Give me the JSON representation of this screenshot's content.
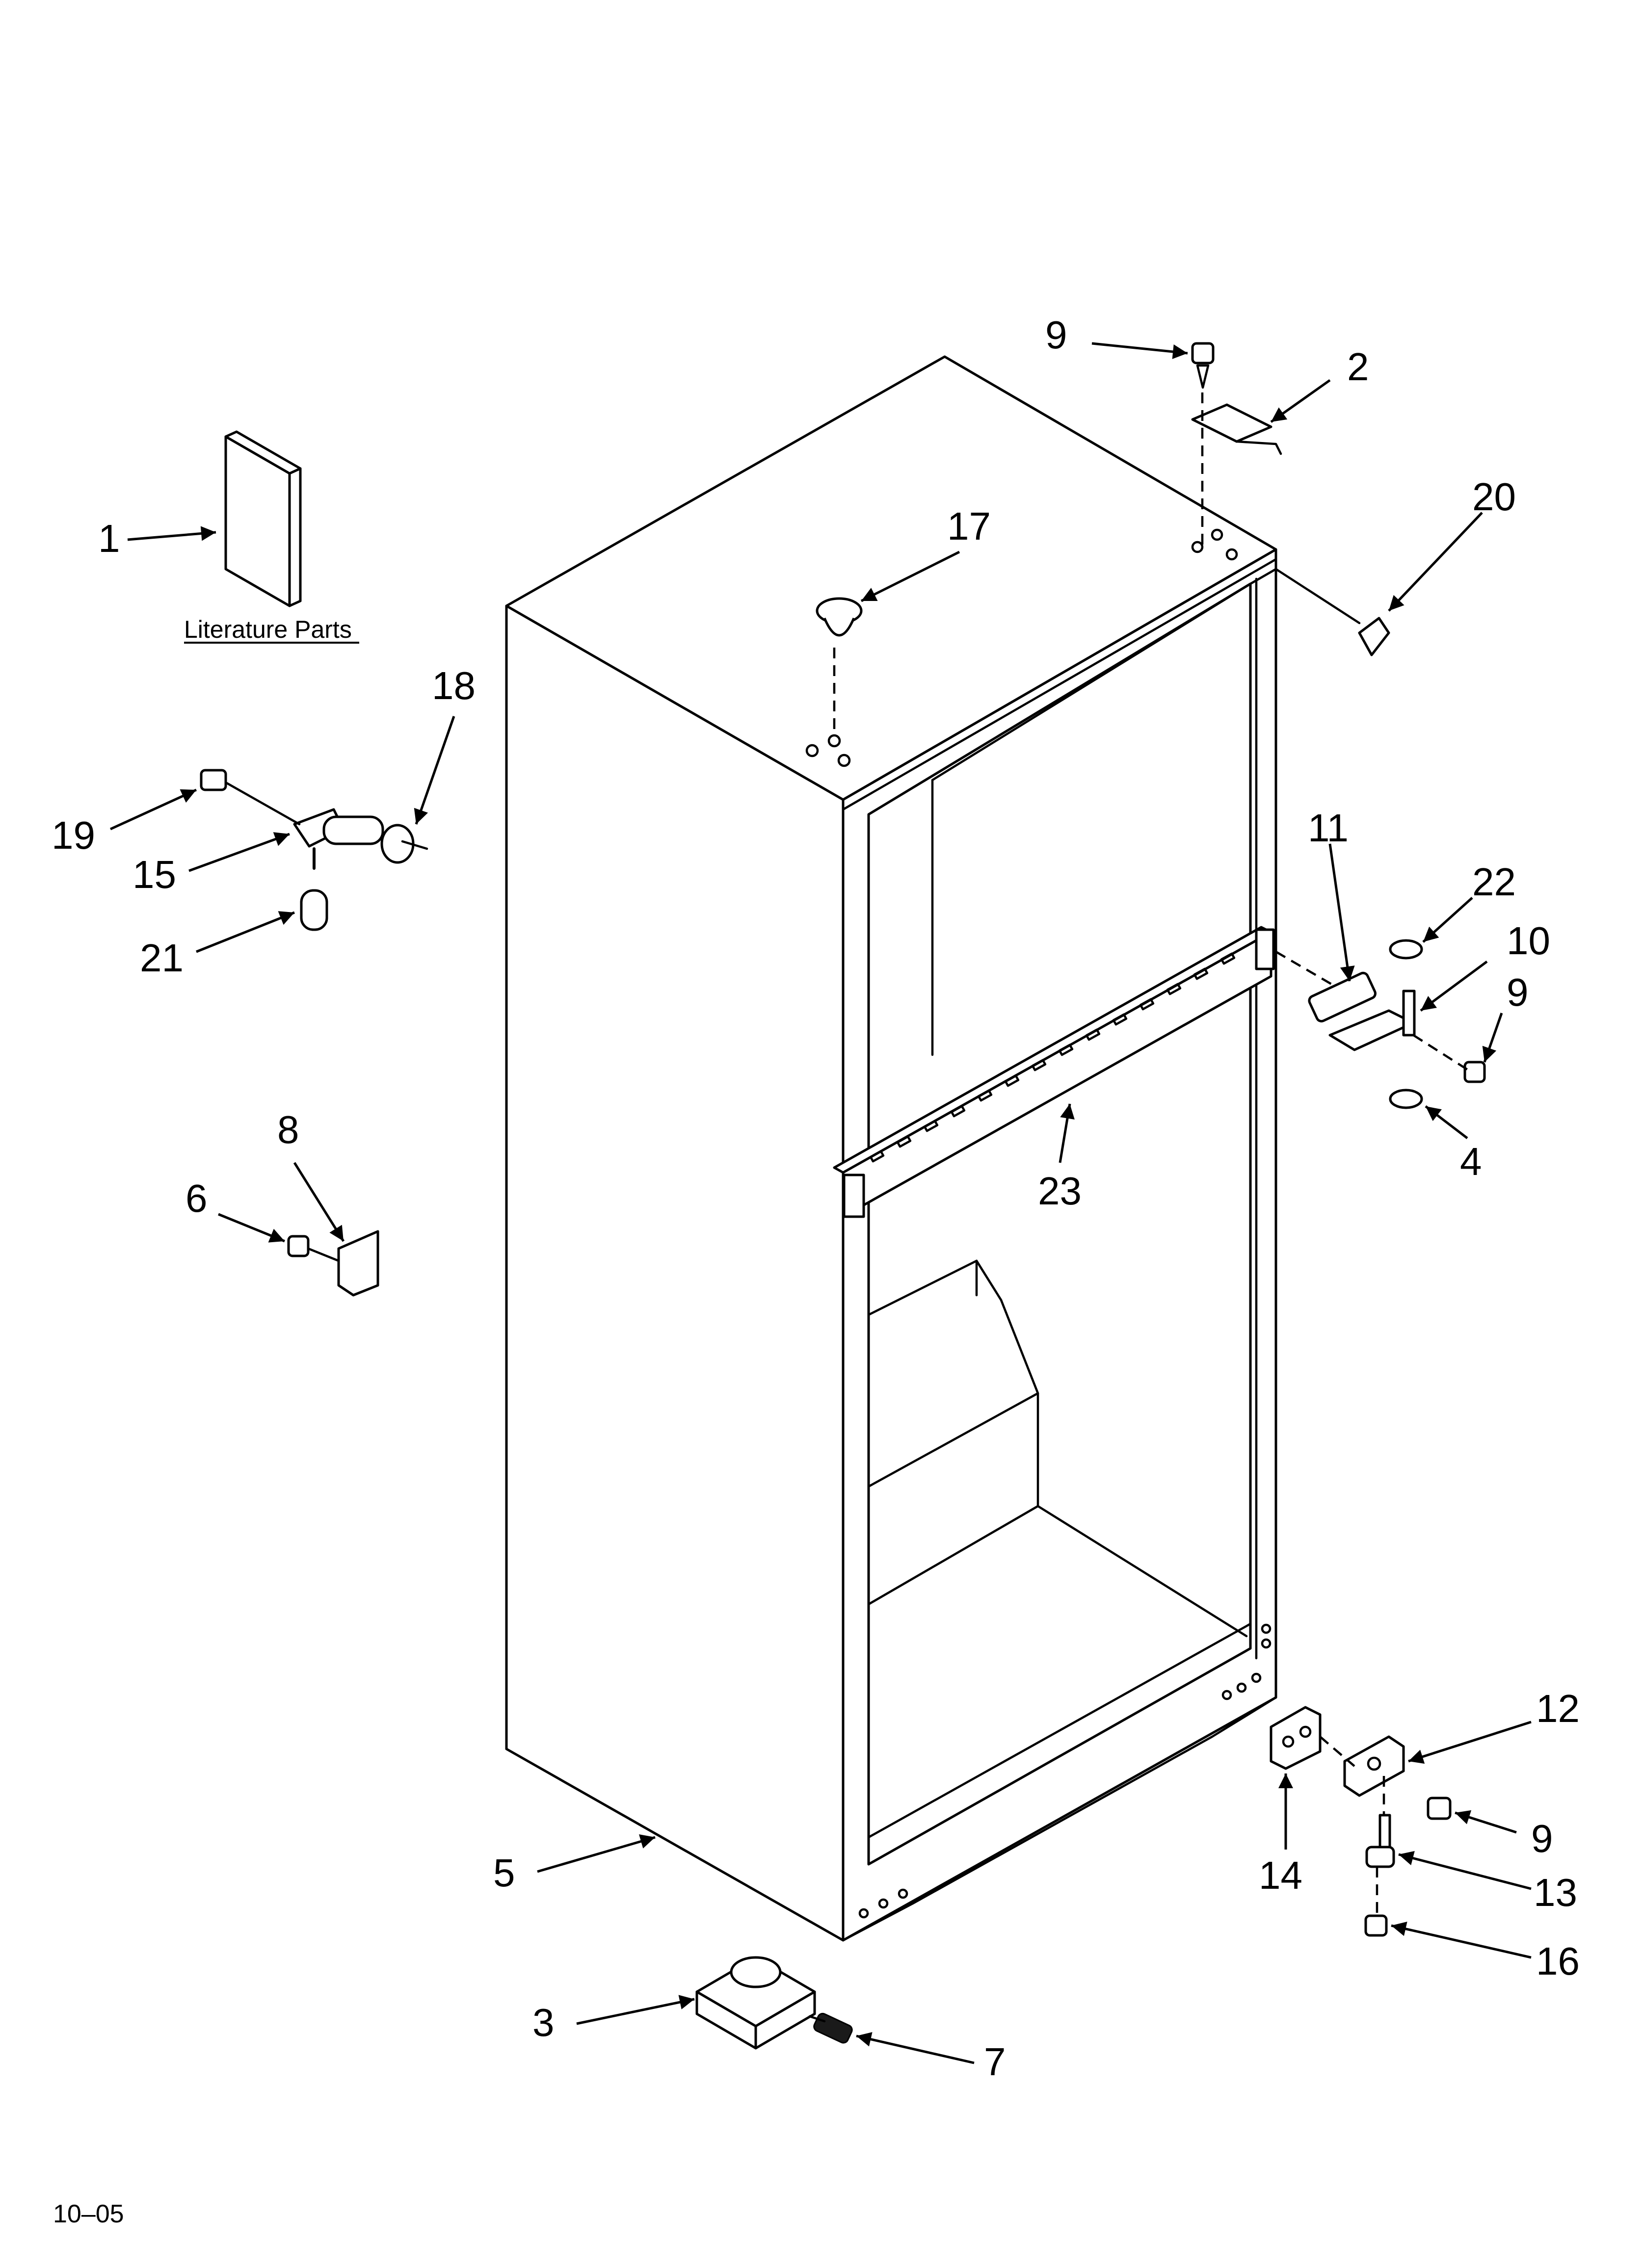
{
  "literature_caption": "Literature Parts",
  "footer_code": "10–05",
  "callouts": [
    {
      "id": "c1",
      "label": "1"
    },
    {
      "id": "c2",
      "label": "2"
    },
    {
      "id": "c3",
      "label": "3"
    },
    {
      "id": "c4",
      "label": "4"
    },
    {
      "id": "c5",
      "label": "5"
    },
    {
      "id": "c6",
      "label": "6"
    },
    {
      "id": "c7",
      "label": "7"
    },
    {
      "id": "c8",
      "label": "8"
    },
    {
      "id": "c9a",
      "label": "9"
    },
    {
      "id": "c9b",
      "label": "9"
    },
    {
      "id": "c9c",
      "label": "9"
    },
    {
      "id": "c10",
      "label": "10"
    },
    {
      "id": "c11",
      "label": "11"
    },
    {
      "id": "c12",
      "label": "12"
    },
    {
      "id": "c13",
      "label": "13"
    },
    {
      "id": "c14",
      "label": "14"
    },
    {
      "id": "c15",
      "label": "15"
    },
    {
      "id": "c16",
      "label": "16"
    },
    {
      "id": "c17",
      "label": "17"
    },
    {
      "id": "c18",
      "label": "18"
    },
    {
      "id": "c19",
      "label": "19"
    },
    {
      "id": "c20",
      "label": "20"
    },
    {
      "id": "c21",
      "label": "21"
    },
    {
      "id": "c22",
      "label": "22"
    },
    {
      "id": "c23",
      "label": "23"
    }
  ]
}
